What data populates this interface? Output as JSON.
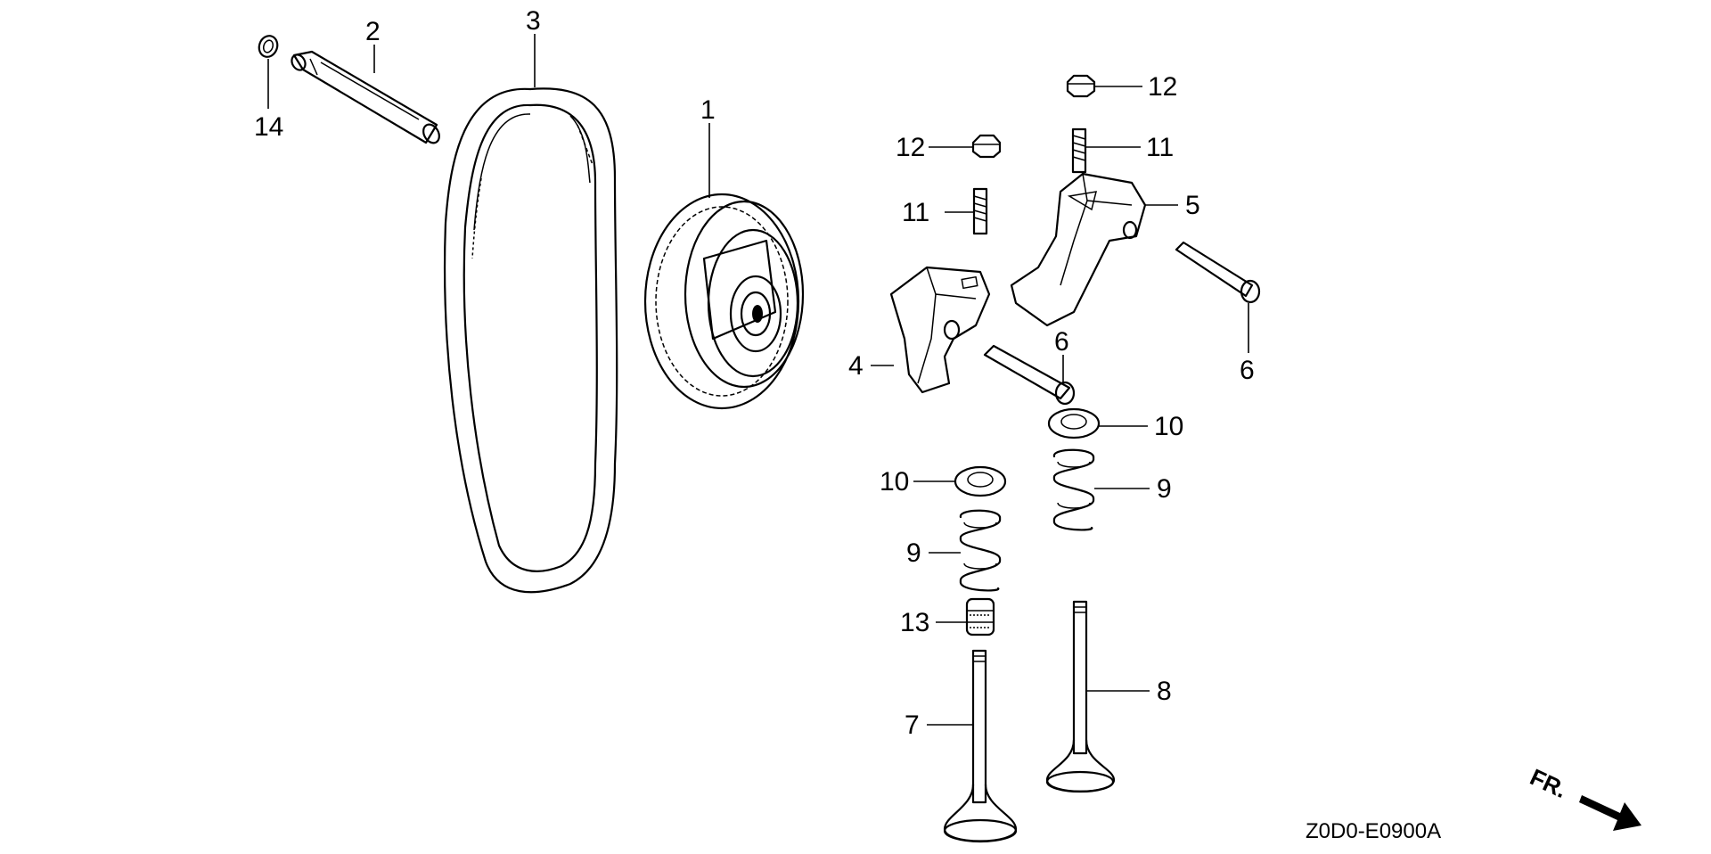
{
  "diagram": {
    "callouts": [
      {
        "id": "c1",
        "text": "1"
      },
      {
        "id": "c2",
        "text": "2"
      },
      {
        "id": "c3",
        "text": "3"
      },
      {
        "id": "c4",
        "text": "4"
      },
      {
        "id": "c5",
        "text": "5"
      },
      {
        "id": "c6a",
        "text": "6"
      },
      {
        "id": "c6b",
        "text": "6"
      },
      {
        "id": "c7",
        "text": "7"
      },
      {
        "id": "c8",
        "text": "8"
      },
      {
        "id": "c9a",
        "text": "9"
      },
      {
        "id": "c9b",
        "text": "9"
      },
      {
        "id": "c10a",
        "text": "10"
      },
      {
        "id": "c10b",
        "text": "10"
      },
      {
        "id": "c11a",
        "text": "11"
      },
      {
        "id": "c11b",
        "text": "11"
      },
      {
        "id": "c12a",
        "text": "12"
      },
      {
        "id": "c12b",
        "text": "12"
      },
      {
        "id": "c13",
        "text": "13"
      },
      {
        "id": "c14",
        "text": "14"
      }
    ],
    "drawing_code": "Z0D0-E0900A",
    "front_marker": "FR."
  }
}
